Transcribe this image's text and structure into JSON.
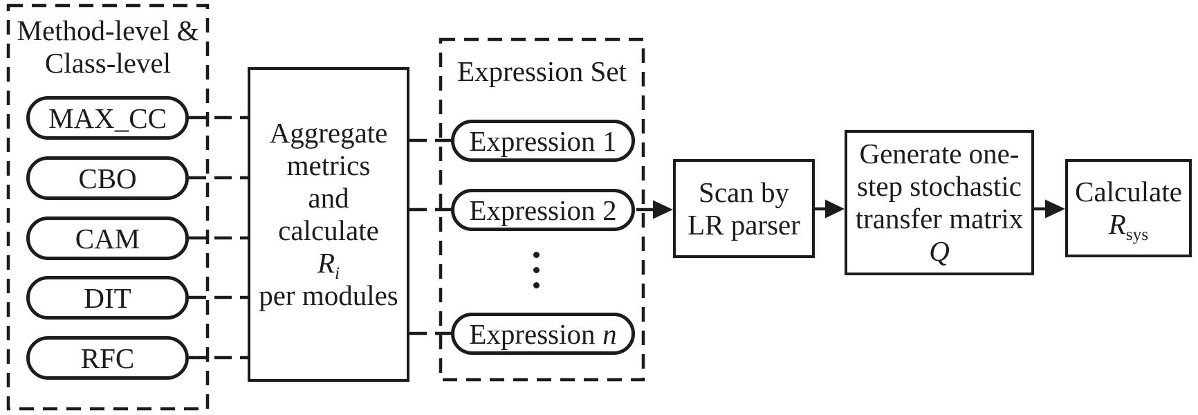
{
  "figure": {
    "background": "#ffffff",
    "stroke_color": "#1c1c1c",
    "metrics_group": {
      "title_line1": "Method-level &",
      "title_line2": "Class-level",
      "items": [
        "MAX_CC",
        "CBO",
        "CAM",
        "DIT",
        "RFC"
      ]
    },
    "aggregate_box": {
      "lines": [
        "Aggregate",
        "metrics",
        "and",
        "calculate"
      ],
      "symbol": "R",
      "symbol_sub": "i",
      "last_line": "per modules"
    },
    "expression_group": {
      "title": "Expression Set",
      "items": [
        {
          "text": "Expression",
          "num": "1"
        },
        {
          "text": "Expression",
          "num": "2"
        },
        {
          "text": "Expression",
          "num": "n"
        }
      ],
      "ellipsis_icon": "vertical-ellipsis"
    },
    "scan_box": {
      "lines": [
        "Scan by",
        "LR parser"
      ]
    },
    "generate_box": {
      "lines": [
        "Generate one-",
        "step stochastic",
        "transfer matrix"
      ],
      "symbol": "Q"
    },
    "calculate_box": {
      "line": "Calculate",
      "symbol": "R",
      "symbol_sub": "sys"
    }
  }
}
